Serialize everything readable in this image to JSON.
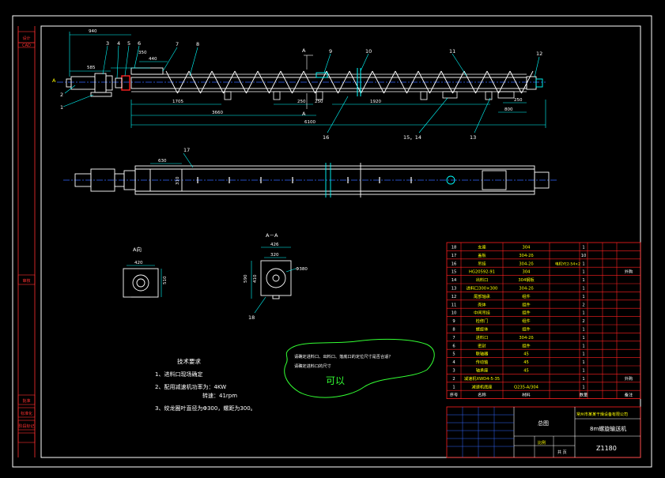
{
  "colors": {
    "background": "#000000",
    "frame": "#ffffff",
    "part_outline": "#ffffff",
    "dimension": "#00ffff",
    "balloon": "#00ffff",
    "centerline": "#3366ff",
    "accent": "#ff2020",
    "note_text": "#ffff00",
    "hand_note": "#33ff33",
    "table_line": "#ff2020",
    "table_text": "#ffff00",
    "side_tag": "#ff3030"
  },
  "side_tags": [
    "设计",
    "CAD",
    "审核",
    "批准",
    "标准化",
    "阶段标记"
  ],
  "view_labels": {
    "a_view": "A向",
    "section": "A－A",
    "section_marker_top": "A",
    "section_marker_bottom": "A",
    "left_marker": "A"
  },
  "balloons": [
    "1",
    "2",
    "3",
    "4",
    "5",
    "6",
    "7",
    "8",
    "9",
    "10",
    "11",
    "12",
    "13",
    "14",
    "15",
    "16",
    "17",
    "18"
  ],
  "balloon_labels": {
    "b1": "1",
    "b2": "2",
    "b3": "3",
    "b4": "4",
    "b5": "5",
    "b6": "6",
    "b7": "7",
    "b8": "8",
    "b9": "9",
    "b10": "10",
    "b11": "11",
    "b12": "12",
    "b13": "13",
    "b1514": "15，14",
    "b16": "16",
    "b17": "17",
    "b18": "18"
  },
  "dimensions": {
    "d940": "940",
    "d585": "585",
    "d350": "350",
    "d440": "440",
    "d1705": "1705",
    "d3660": "3660",
    "d6100": "6100",
    "d250a": "250",
    "d250b": "250",
    "d1920": "1920",
    "d250c": "250",
    "d800": "800",
    "d630": "630",
    "d310": "310",
    "d420": "420",
    "d510": "510",
    "d426": "426",
    "d320": "320",
    "d590": "590",
    "d410": "410",
    "d380": "Φ380"
  },
  "tech_requirements": {
    "title": "技术要求",
    "line1": "1、进料口现场确定",
    "line2": "2、配用减速机功率为：4KW",
    "line3": "转速：41rpm",
    "line4": "3、绞龙圈叶直径为Φ300，螺距为300。"
  },
  "hand_note": {
    "line1": "请确定进料口、出料口、落底口的定位尺寸是否合适？",
    "line2": "请确定进料口的尺寸",
    "scribble": "可以"
  },
  "parts_table": {
    "rows": [
      {
        "no": "18",
        "name": "支座",
        "spec": "304",
        "qty": "1",
        "note": ""
      },
      {
        "no": "17",
        "name": "盖板",
        "spec": "304-2δ",
        "qty": "10",
        "note": ""
      },
      {
        "no": "16",
        "name": "吊挂",
        "spec": "304-2δ",
        "qty": "1",
        "note": ""
      },
      {
        "no": "15",
        "name": "HG20592-91",
        "spec": "304",
        "qty": "1",
        "note": "外购"
      },
      {
        "no": "14",
        "name": "出料口",
        "spec": "304钢板",
        "qty": "1",
        "note": ""
      },
      {
        "no": "13",
        "name": "进料口300×300",
        "spec": "304-2δ",
        "qty": "1",
        "note": ""
      },
      {
        "no": "12",
        "name": "尾部轴承",
        "spec": "组件",
        "qty": "1",
        "note": ""
      },
      {
        "no": "11",
        "name": "壳体",
        "spec": "组件",
        "qty": "2",
        "note": ""
      },
      {
        "no": "10",
        "name": "中间吊挂",
        "spec": "组件",
        "qty": "1",
        "note": ""
      },
      {
        "no": "9",
        "name": "检修门",
        "spec": "组件",
        "qty": "2",
        "note": ""
      },
      {
        "no": "8",
        "name": "螺旋体",
        "spec": "组件",
        "qty": "1",
        "note": ""
      },
      {
        "no": "7",
        "name": "进料口",
        "spec": "304-2δ",
        "qty": "1",
        "note": ""
      },
      {
        "no": "6",
        "name": "密封",
        "spec": "组件",
        "qty": "1",
        "note": ""
      },
      {
        "no": "5",
        "name": "联轴器",
        "spec": "45",
        "qty": "1",
        "note": ""
      },
      {
        "no": "4",
        "name": "传动轴",
        "spec": "45",
        "qty": "1",
        "note": ""
      },
      {
        "no": "3",
        "name": "轴承座",
        "spec": "45",
        "qty": "1",
        "note": ""
      },
      {
        "no": "2",
        "name": "减速机XWD4-5-35",
        "spec": "",
        "qty": "1",
        "note": "外购"
      },
      {
        "no": "1",
        "name": "减速机底座",
        "spec": "Q235-A/304",
        "qty": "1",
        "note": ""
      }
    ],
    "header": {
      "no": "序号",
      "name": "名称",
      "spec": "材料",
      "qty": "数量",
      "note": "备注"
    },
    "row16_extra": "电机YE2-54×2",
    "title_block": {
      "drawing_name": "总图",
      "company": "常州市某某干燥设备有限公司",
      "product": "8m螺旋输送机",
      "drawing_no": "Z1180",
      "scale_label": "比例",
      "sheet_label": "共 页"
    }
  }
}
